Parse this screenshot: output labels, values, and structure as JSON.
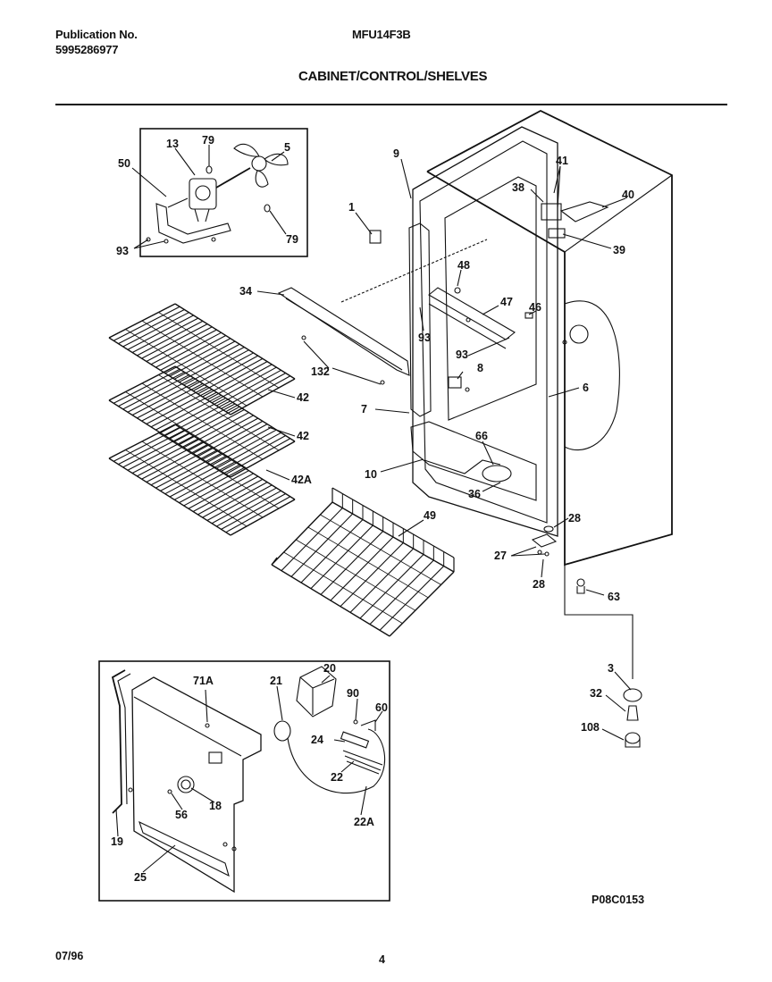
{
  "header": {
    "publication_label": "Publication No.",
    "publication_number": "5995286977",
    "model": "MFU14F3B",
    "section_title": "CABINET/CONTROL/SHELVES"
  },
  "footer": {
    "date": "07/96",
    "page": "4",
    "diagram_code": "P08C0153"
  },
  "part_labels": {
    "p13": "13",
    "p79a": "79",
    "p5": "5",
    "p50": "50",
    "p93a": "93",
    "p79b": "79",
    "p9": "9",
    "p1": "1",
    "p41": "41",
    "p38": "38",
    "p40": "40",
    "p39": "39",
    "p34": "34",
    "p48": "48",
    "p47": "47",
    "p46": "46",
    "p93b": "93",
    "p93c": "93",
    "p132": "132",
    "p8": "8",
    "p7": "7",
    "p6": "6",
    "p42a": "42",
    "p42b": "42",
    "p42A": "42A",
    "p66": "66",
    "p10": "10",
    "p36": "36",
    "p49": "49",
    "p28a": "28",
    "p27": "27",
    "p28b": "28",
    "p63": "63",
    "p3": "3",
    "p32": "32",
    "p108": "108",
    "p71A": "71A",
    "p21": "21",
    "p20": "20",
    "p90": "90",
    "p60": "60",
    "p24": "24",
    "p22": "22",
    "p22A": "22A",
    "p18": "18",
    "p56": "56",
    "p19": "19",
    "p25": "25"
  }
}
